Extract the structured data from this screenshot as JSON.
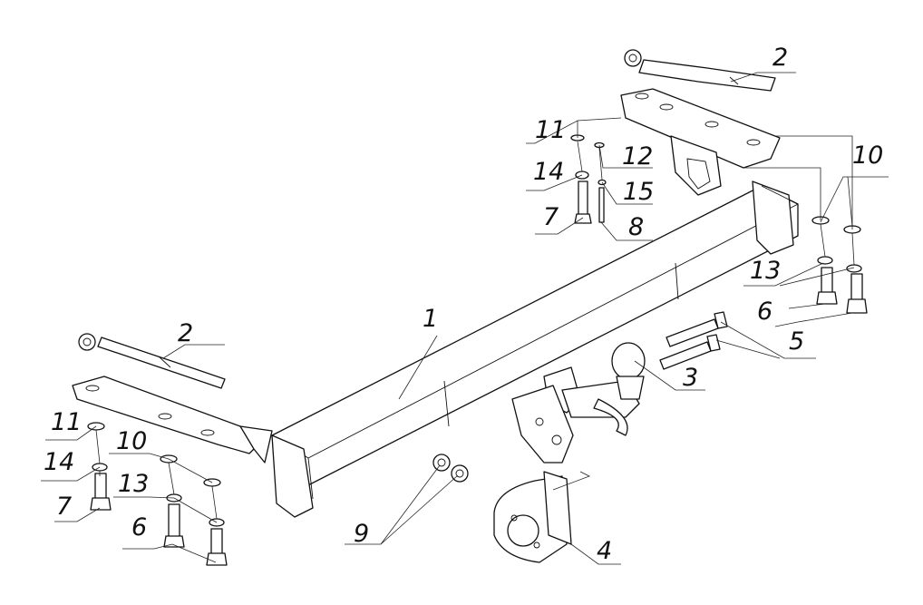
{
  "callouts": {
    "c1": "1",
    "c2a": "2",
    "c2b": "2",
    "c3": "3",
    "c4": "4",
    "c5": "5",
    "c6a": "6",
    "c6b": "6",
    "c7a": "7",
    "c7b": "7",
    "c8": "8",
    "c9": "9",
    "c10a": "10",
    "c10b": "10",
    "c11a": "11",
    "c11b": "11",
    "c12": "12",
    "c13a": "13",
    "c13b": "13",
    "c14a": "14",
    "c14b": "14",
    "c15": "15"
  }
}
